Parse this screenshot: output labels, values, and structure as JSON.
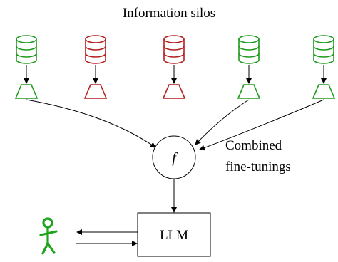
{
  "title": "Information silos",
  "combine_label_line1": "Combined",
  "combine_label_line2": "fine-tunings",
  "function_symbol": "f",
  "model_label": "LLM",
  "silos": [
    {
      "status": "allowed",
      "color": "#1e9a1e"
    },
    {
      "status": "restricted",
      "color": "#b41f1f"
    },
    {
      "status": "restricted",
      "color": "#b41f1f"
    },
    {
      "status": "allowed",
      "color": "#1e9a1e"
    },
    {
      "status": "allowed",
      "color": "#1e9a1e"
    }
  ],
  "icons": {
    "database": "database-icon",
    "adapter": "trapezoid-adapter-icon",
    "user": "user-icon"
  },
  "colors": {
    "user": "#1ea51e",
    "line": "#000000"
  }
}
